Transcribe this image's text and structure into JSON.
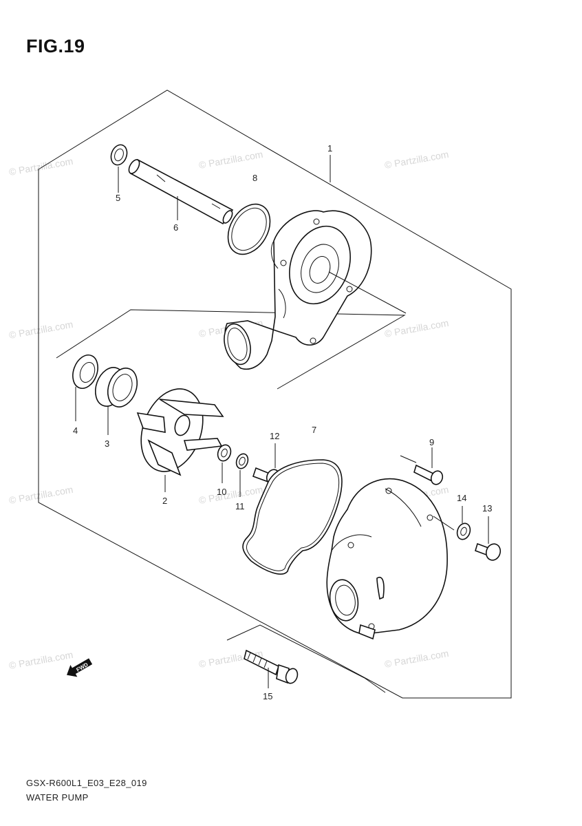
{
  "figure": {
    "title": "FIG.19",
    "code": "GSX-R600L1_E03_E28_019",
    "name": "WATER PUMP"
  },
  "watermark": "© Partzilla.com",
  "callouts": [
    "1",
    "2",
    "3",
    "4",
    "5",
    "6",
    "7",
    "8",
    "9",
    "10",
    "11",
    "12",
    "13",
    "14",
    "15"
  ],
  "fwd_label": "FWD",
  "colors": {
    "line": "#111111",
    "watermark": "#d6d6d6",
    "background": "#ffffff"
  }
}
